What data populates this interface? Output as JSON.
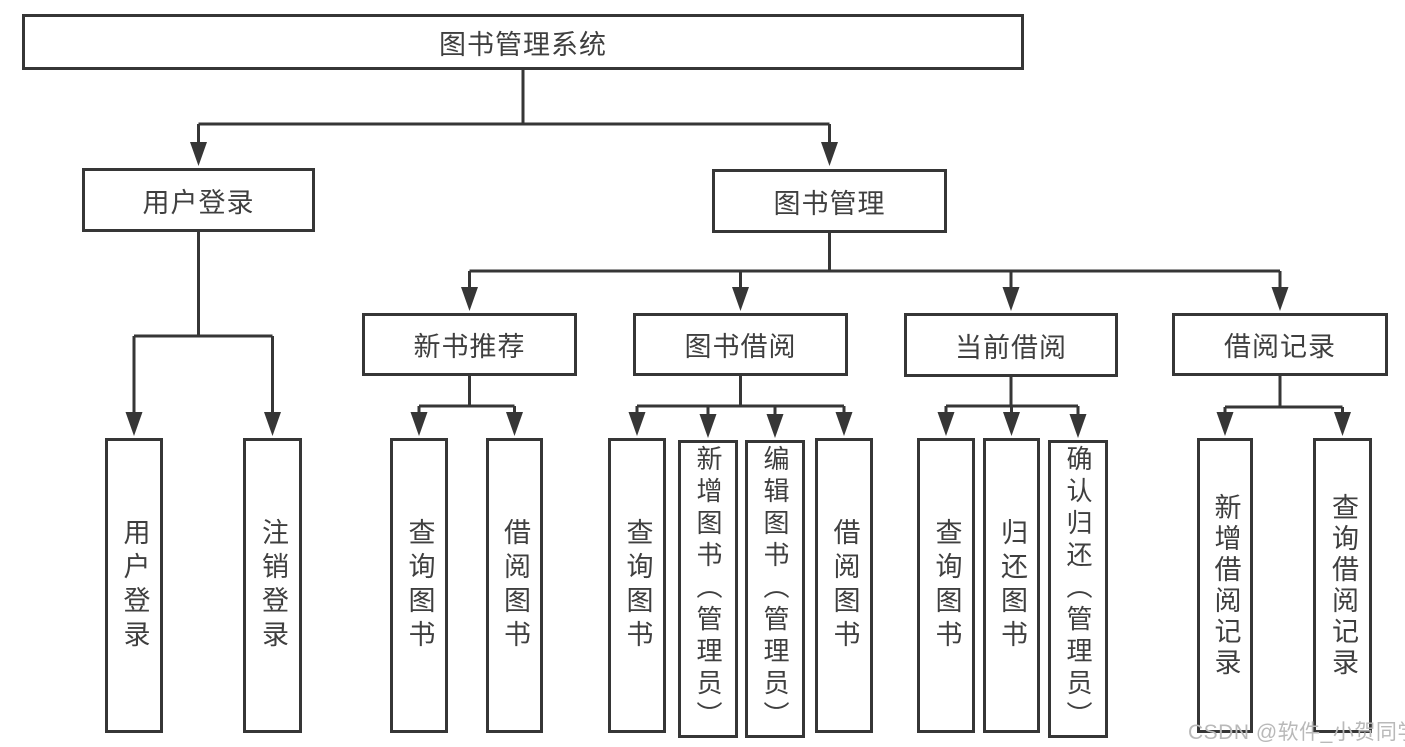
{
  "tree": {
    "root": "图书管理系统",
    "children": [
      {
        "label": "用户登录",
        "children": [
          {
            "label": "用户登录"
          },
          {
            "label": "注销登录"
          }
        ]
      },
      {
        "label": "图书管理",
        "children": [
          {
            "label": "新书推荐",
            "children": [
              {
                "label": "查询图书"
              },
              {
                "label": "借阅图书"
              }
            ]
          },
          {
            "label": "图书借阅",
            "children": [
              {
                "label": "查询图书"
              },
              {
                "label": "新增图书（管理员）"
              },
              {
                "label": "编辑图书（管理员）"
              },
              {
                "label": "借阅图书"
              }
            ]
          },
          {
            "label": "当前借阅",
            "children": [
              {
                "label": "查询图书"
              },
              {
                "label": "归还图书"
              },
              {
                "label": "确认归还（管理员）"
              }
            ]
          },
          {
            "label": "借阅记录",
            "children": [
              {
                "label": "新增借阅记录"
              },
              {
                "label": "查询借阅记录"
              }
            ]
          }
        ]
      }
    ]
  },
  "watermark": {
    "text": "CSDN @软件_小贺同学"
  },
  "colors": {
    "line": "#363636",
    "text": "#3f3f3f",
    "watermark": "#b9b9b9",
    "background": "#ffffff"
  }
}
